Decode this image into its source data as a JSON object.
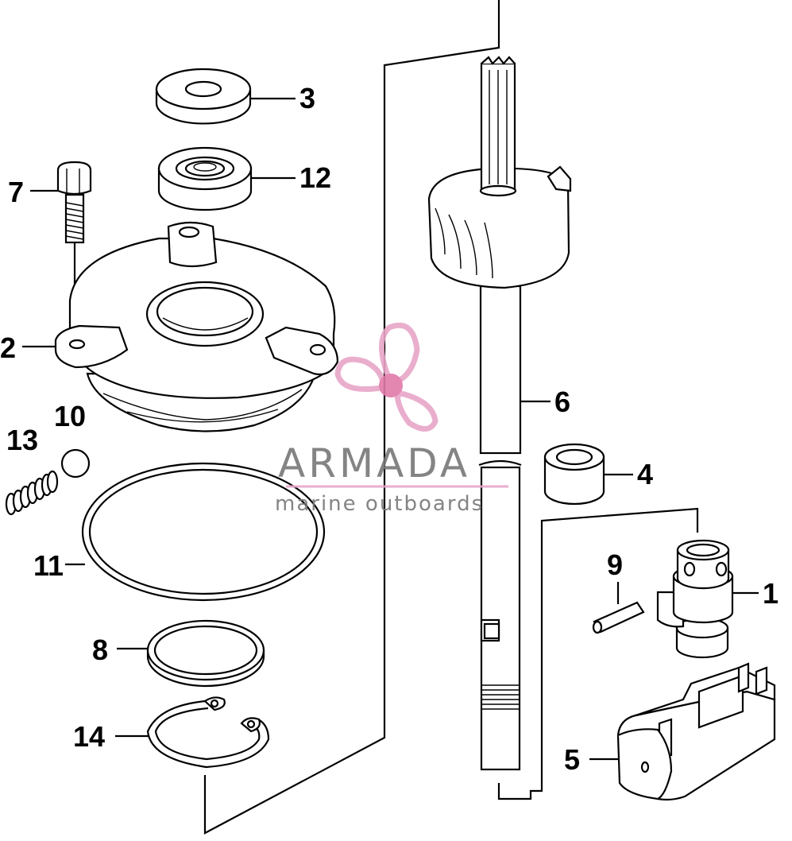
{
  "callouts": [
    {
      "id": "1",
      "label": "1"
    },
    {
      "id": "2",
      "label": "2"
    },
    {
      "id": "3",
      "label": "3"
    },
    {
      "id": "4",
      "label": "4"
    },
    {
      "id": "5",
      "label": "5"
    },
    {
      "id": "6",
      "label": "6"
    },
    {
      "id": "7",
      "label": "7"
    },
    {
      "id": "8",
      "label": "8"
    },
    {
      "id": "9",
      "label": "9"
    },
    {
      "id": "10",
      "label": "10"
    },
    {
      "id": "11",
      "label": "11"
    },
    {
      "id": "12",
      "label": "12"
    },
    {
      "id": "13",
      "label": "13"
    },
    {
      "id": "14",
      "label": "14"
    }
  ],
  "watermark": {
    "brand": "ARMADA",
    "tagline": "marine outboards",
    "colors": {
      "logo": "#e8a6c8",
      "logo_center": "#e07aa8",
      "text": "#777777",
      "underline": "#e8a6c8"
    }
  }
}
